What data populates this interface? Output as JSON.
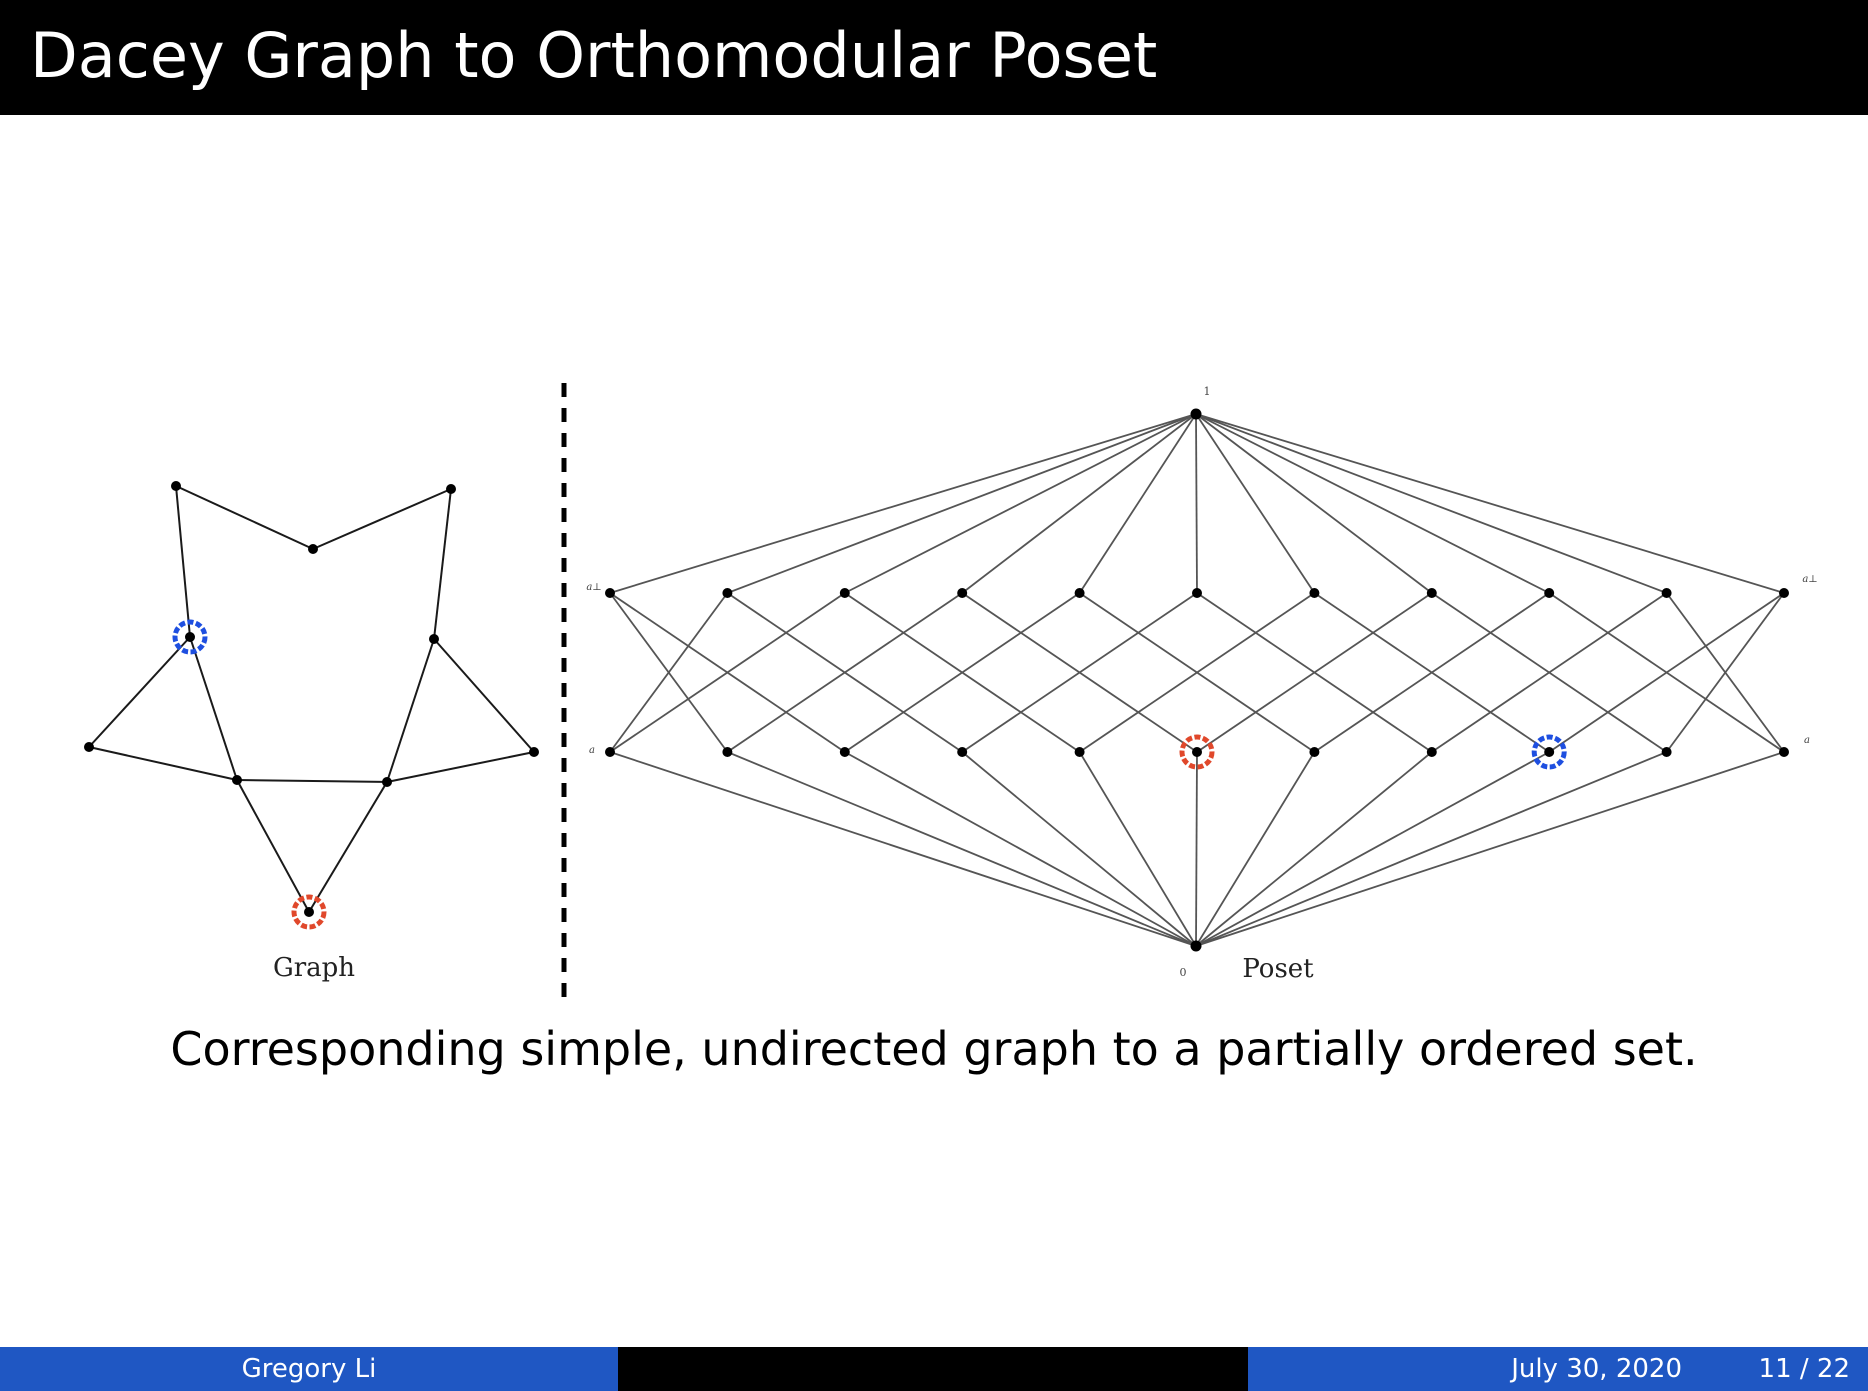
{
  "slide": {
    "title": "Dacey Graph to Orthomodular Poset",
    "caption": "Corresponding simple, undirected graph to a partially ordered set."
  },
  "footer": {
    "author": "Gregory Li",
    "date": "July 30, 2020",
    "page": "11 / 22"
  },
  "colors": {
    "title_bar": "#000000",
    "footer_blue": "#1f57c3",
    "highlight_blue": "#1e4fe0",
    "highlight_red": "#e0482b",
    "edge": "#555555"
  },
  "diagram": {
    "graph": {
      "label": "Graph",
      "nodes": [
        "t1",
        "t2",
        "i1",
        "i2",
        "i3",
        "i4",
        "i5",
        "l",
        "r",
        "b"
      ],
      "edges": [
        [
          "t1",
          "i1"
        ],
        [
          "t1",
          "i2"
        ],
        [
          "t2",
          "i1"
        ],
        [
          "t2",
          "i3"
        ],
        [
          "i2",
          "l"
        ],
        [
          "i2",
          "i4"
        ],
        [
          "l",
          "i4"
        ],
        [
          "i3",
          "r"
        ],
        [
          "i3",
          "i5"
        ],
        [
          "r",
          "i5"
        ],
        [
          "i4",
          "i5"
        ],
        [
          "i4",
          "b"
        ],
        [
          "i5",
          "b"
        ]
      ],
      "highlighted": {
        "blue": "i2",
        "red": "b"
      }
    },
    "poset": {
      "label": "Poset",
      "top_label": "1",
      "bottom_label": "0",
      "upper_row_label": "a⊥",
      "lower_row_label": "a",
      "row_size": 11,
      "lower_upper_edges": [
        [
          0,
          1
        ],
        [
          0,
          2
        ],
        [
          1,
          0
        ],
        [
          1,
          3
        ],
        [
          2,
          0
        ],
        [
          2,
          4
        ],
        [
          3,
          1
        ],
        [
          3,
          5
        ],
        [
          4,
          2
        ],
        [
          4,
          6
        ],
        [
          5,
          3
        ],
        [
          5,
          7
        ],
        [
          6,
          4
        ],
        [
          6,
          8
        ],
        [
          7,
          5
        ],
        [
          7,
          9
        ],
        [
          8,
          6
        ],
        [
          8,
          10
        ],
        [
          9,
          7
        ],
        [
          9,
          10
        ],
        [
          10,
          8
        ],
        [
          10,
          9
        ]
      ],
      "highlighted": {
        "red": 5,
        "blue": 8
      }
    }
  }
}
